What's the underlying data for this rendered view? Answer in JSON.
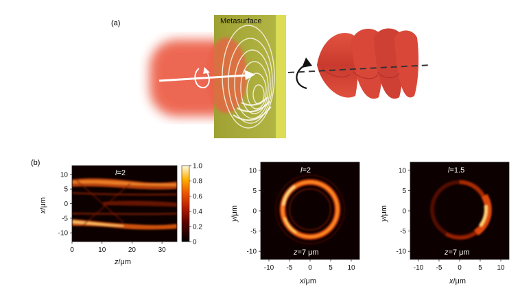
{
  "panel_a": {
    "label": "(a)",
    "metasurface_label": "Metasurface"
  },
  "panel_b": {
    "label": "(b)"
  },
  "colors": {
    "beam": "#e8503c",
    "metasurface": "#a7a93a",
    "substrate": "#d9d94a",
    "helix": "#d9443a"
  },
  "chart_data": [
    {
      "type": "heatmap",
      "annotation_l": "2",
      "xlabel_var": "z",
      "xlabel_unit": "/μm",
      "ylabel_var": "x",
      "ylabel_unit": "/μm",
      "xlim": [
        0,
        35
      ],
      "ylim": [
        -13,
        13
      ],
      "xticks": [
        "0",
        "10",
        "20",
        "30"
      ],
      "yticks": [
        "10",
        "5",
        "0",
        "-5",
        "-10"
      ],
      "colorbar": {
        "range": [
          0,
          1
        ],
        "ticks": [
          "1.0",
          "0.8",
          "0.6",
          "0.4",
          "0.2",
          "0"
        ]
      },
      "bright_bands_x": [
        7,
        -7
      ]
    },
    {
      "type": "heatmap",
      "annotation_l": "2",
      "annotation_z": "7 μm",
      "xlabel_var": "x",
      "xlabel_unit": "/μm",
      "ylabel_var": "y",
      "ylabel_unit": "/μm",
      "xlim": [
        -12,
        12
      ],
      "ylim": [
        -12,
        12
      ],
      "xticks": [
        "-10",
        "-5",
        "0",
        "5",
        "10"
      ],
      "yticks": [
        "10",
        "5",
        "0",
        "-5",
        "-10"
      ],
      "ring_radius": 6
    },
    {
      "type": "heatmap",
      "annotation_l": "1.5",
      "annotation_z": "7 μm",
      "xlabel_var": "x",
      "xlabel_unit": "/μm",
      "ylabel_var": "y",
      "ylabel_unit": "/μm",
      "xlim": [
        -12,
        12
      ],
      "ylim": [
        -12,
        12
      ],
      "xticks": [
        "-10",
        "-5",
        "0",
        "5",
        "10"
      ],
      "yticks": [
        "10",
        "5",
        "0",
        "-5",
        "-10"
      ],
      "ring_radius": 6
    }
  ]
}
